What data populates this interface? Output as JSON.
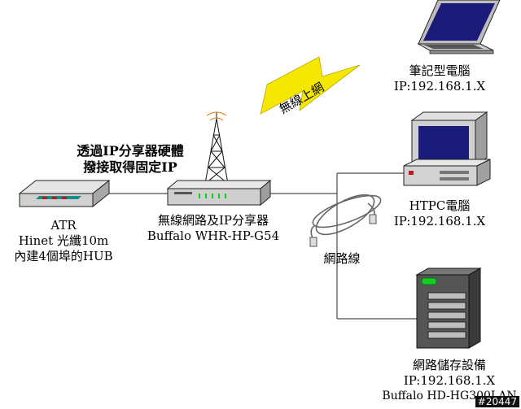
{
  "note": {
    "lines": [
      "透過IP分享器硬體",
      "撥接取得固定IP"
    ]
  },
  "atr": {
    "lines": [
      "ATR",
      "Hinet 光纖10m",
      "內建4個埠的HUB"
    ]
  },
  "router": {
    "lines": [
      "無線網路及IP分享器",
      "Buffalo WHR-HP-G54"
    ]
  },
  "wireless": {
    "label": "無線上網"
  },
  "cable": {
    "label": "網路線"
  },
  "laptop": {
    "lines": [
      "筆記型電腦",
      "IP:192.168.1.X"
    ]
  },
  "htpc": {
    "lines": [
      "HTPC電腦",
      "IP:192.168.1.X"
    ]
  },
  "nas": {
    "lines": [
      "網路儲存設備",
      "IP:192.168.1.X",
      "Buffalo HD-HG300LAN"
    ]
  },
  "watermark": {
    "text": "#20447"
  },
  "colors": {
    "line": "#4a4a4a",
    "lightning": "#f5e800",
    "device_body": "#d9d9d9",
    "device_outline": "#222222",
    "hub_ports": "#c01818",
    "hub_panel": "#1a8a8a",
    "led_green": "#11cc22",
    "screen": "#1b1b7a",
    "nas_body": "#555555"
  }
}
